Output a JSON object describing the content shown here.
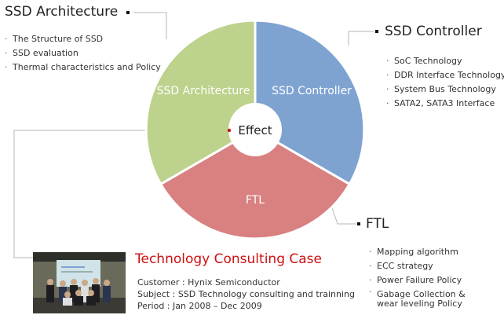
{
  "architecture": {
    "title": "SSD Architecture",
    "items": [
      "The Structure of SSD",
      "SSD evaluation",
      "Thermal characteristics and Policy"
    ]
  },
  "controller": {
    "title": "SSD Controller",
    "items": [
      "SoC Technology",
      "DDR Interface Technology",
      "System Bus Technology",
      "SATA2, SATA3 Interface"
    ]
  },
  "ftl": {
    "title": "FTL",
    "items": [
      "Mapping algorithm",
      "ECC strategy",
      "Power Failure Policy",
      "Gabage Collection & wear leveling Policy"
    ]
  },
  "pie": {
    "center": "Effect",
    "segments": [
      {
        "label": "SSD Architecture",
        "color": "#bdd28c"
      },
      {
        "label": "SSD Controller",
        "color": "#7fa3d1"
      },
      {
        "label": "FTL",
        "color": "#d98080"
      }
    ]
  },
  "case": {
    "title": "Technology Consulting Case",
    "customer": "Customer : Hynix Semiconductor",
    "subject": "Subject : SSD Technology consulting and trainning",
    "period": "Period : Jan 2008 – Dec 2009",
    "photo_colors": {
      "wall": "#6a6a5a",
      "screen": "#cfe3e8",
      "floor": "#3c3a34"
    }
  }
}
